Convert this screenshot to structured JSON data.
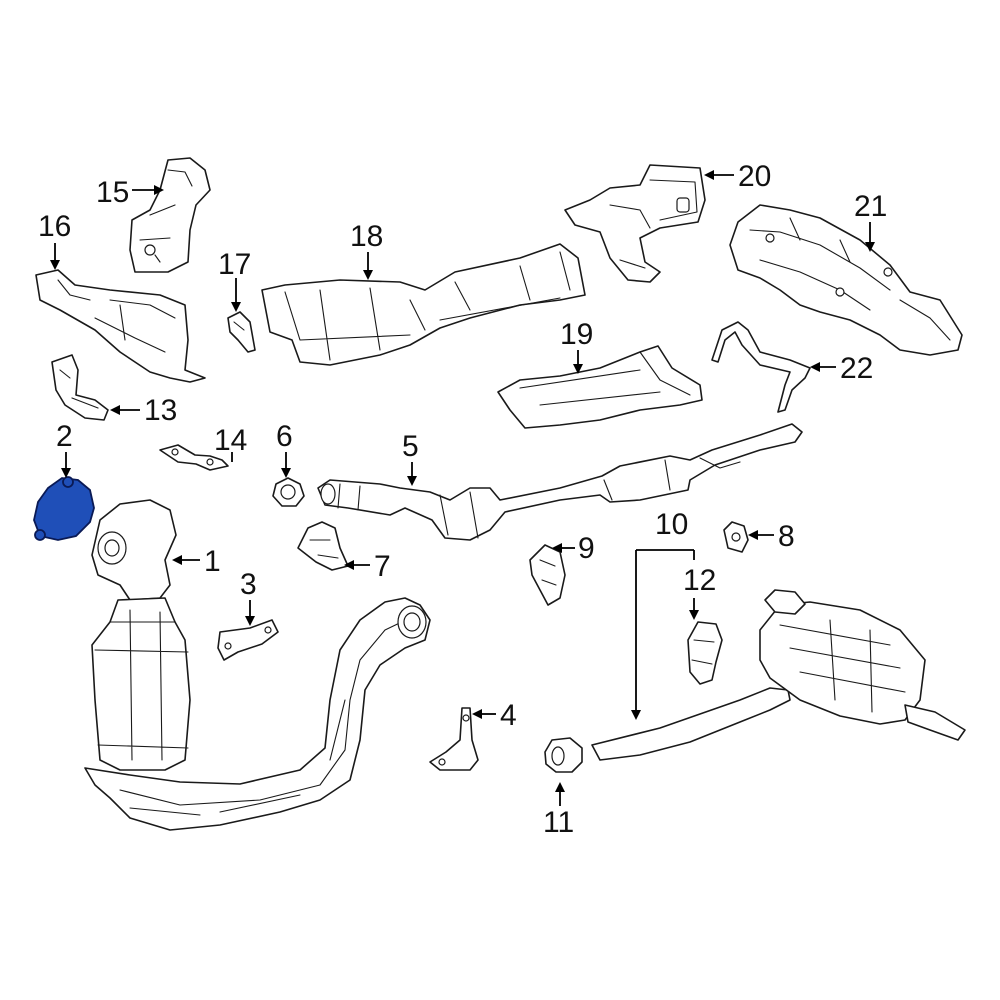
{
  "diagram": {
    "highlight_color": "#1f4fb8",
    "line_color": "#1a1a1a",
    "highlighted_part": "2",
    "callouts": {
      "c1": "1",
      "c2": "2",
      "c3": "3",
      "c4": "4",
      "c5": "5",
      "c6": "6",
      "c7": "7",
      "c8": "8",
      "c9": "9",
      "c10": "10",
      "c11": "11",
      "c12": "12",
      "c13": "13",
      "c14": "14",
      "c15": "15",
      "c16": "16",
      "c17": "17",
      "c18": "18",
      "c19": "19",
      "c20": "20",
      "c21": "21",
      "c22": "22"
    }
  }
}
